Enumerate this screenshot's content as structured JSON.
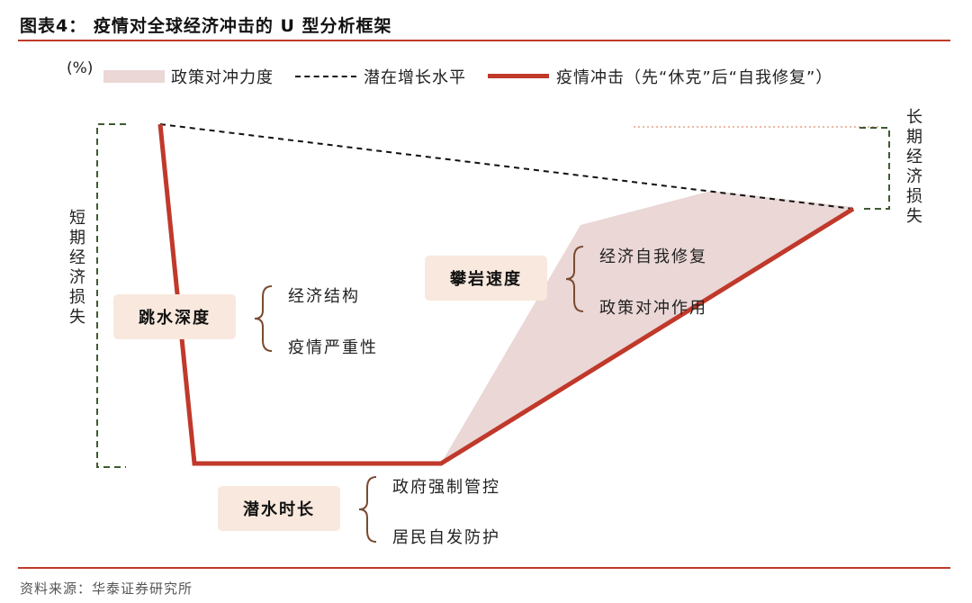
{
  "header": {
    "title": "图表4： 疫情对全球经济冲击的 U 型分析框架"
  },
  "unit_label": "(%)",
  "legend": {
    "policy": "政策对冲力度",
    "potential": "潜在增长水平",
    "shock": "疫情冲击（先“休克”后“自我修复”）"
  },
  "labels": {
    "short_term_loss": "短期经济损失",
    "long_term_loss": "长期经济损失"
  },
  "factors": [
    {
      "name": "跳水深度",
      "items": [
        "经济结构",
        "疫情严重性"
      ]
    },
    {
      "name": "潜水时长",
      "items": [
        "政府强制管控",
        "居民自发防护"
      ]
    },
    {
      "name": "攀岩速度",
      "items": [
        "经济自我修复",
        "政策对冲作用"
      ]
    }
  ],
  "colors": {
    "accent_red": "#c0392b",
    "policy_fill": "#ead7d6",
    "box_fill": "#f8e8dd",
    "bracket_green": "#3e5a32",
    "bracket_brown": "#7a4a30"
  },
  "footer": {
    "source": "资料来源：华泰证券研究所"
  }
}
